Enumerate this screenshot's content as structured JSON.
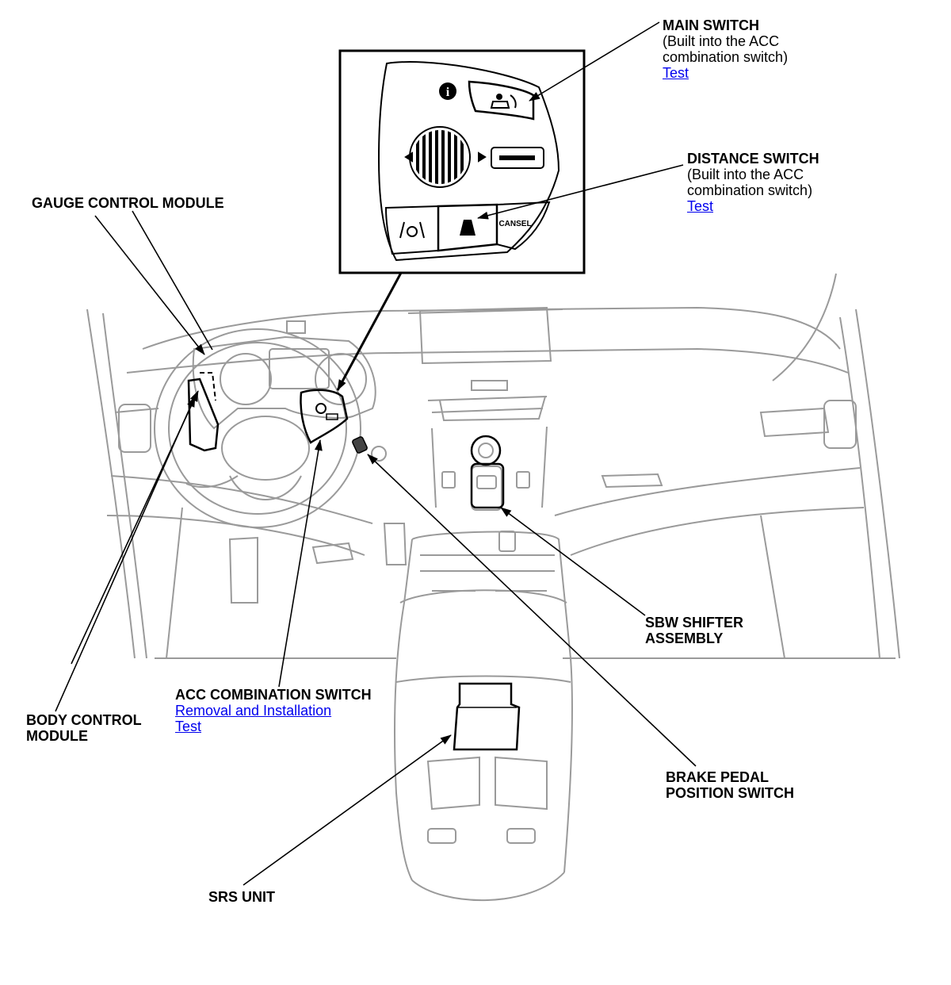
{
  "labels": {
    "main_switch": {
      "title": "MAIN SWITCH",
      "note_line1": "(Built into the ACC",
      "note_line2": "combination switch)",
      "link_test": "Test"
    },
    "distance_switch": {
      "title": "DISTANCE SWITCH",
      "note_line1": "(Built into the ACC",
      "note_line2": "combination switch)",
      "link_test": "Test"
    },
    "gauge_control_module": {
      "title": "GAUGE CONTROL MODULE"
    },
    "body_control_module": {
      "line1": "BODY CONTROL",
      "line2": "MODULE"
    },
    "acc_combination_switch": {
      "title": "ACC COMBINATION SWITCH",
      "link_removal": "Removal and Installation",
      "link_test": "Test"
    },
    "sbw_shifter": {
      "line1": "SBW SHIFTER",
      "line2": "ASSEMBLY"
    },
    "brake_pedal": {
      "line1": "BRAKE PEDAL",
      "line2": "POSITION SWITCH"
    },
    "srs_unit": {
      "title": "SRS UNIT"
    }
  },
  "inset": {
    "info_glyph": "i",
    "cancel_text": "CANSEL"
  },
  "colors": {
    "link": "#0000ee",
    "line": "#000000",
    "art": "#999999"
  }
}
